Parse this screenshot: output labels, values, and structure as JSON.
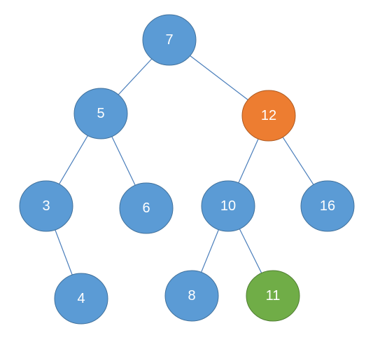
{
  "colors": {
    "default_node": "#5B9BD5",
    "default_node_stroke": "#41719C",
    "highlight_orange": "#ED7D31",
    "highlight_orange_stroke": "#AE5A21",
    "highlight_green": "#70AD47",
    "highlight_green_stroke": "#507E32",
    "edge": "#4A7EBB"
  },
  "tree": {
    "nodes": [
      {
        "id": "n7",
        "label": "7",
        "fill": "default"
      },
      {
        "id": "n5",
        "label": "5",
        "fill": "default"
      },
      {
        "id": "n12",
        "label": "12",
        "fill": "orange"
      },
      {
        "id": "n3",
        "label": "3",
        "fill": "default"
      },
      {
        "id": "n6",
        "label": "6",
        "fill": "default"
      },
      {
        "id": "n10",
        "label": "10",
        "fill": "default"
      },
      {
        "id": "n16",
        "label": "16",
        "fill": "default"
      },
      {
        "id": "n4",
        "label": "4",
        "fill": "default"
      },
      {
        "id": "n8",
        "label": "8",
        "fill": "default"
      },
      {
        "id": "n11",
        "label": "11",
        "fill": "green"
      }
    ],
    "edges": [
      {
        "from": "n7",
        "to": "n5"
      },
      {
        "from": "n7",
        "to": "n12"
      },
      {
        "from": "n5",
        "to": "n3"
      },
      {
        "from": "n5",
        "to": "n6"
      },
      {
        "from": "n12",
        "to": "n10"
      },
      {
        "from": "n12",
        "to": "n16"
      },
      {
        "from": "n3",
        "to": "n4"
      },
      {
        "from": "n10",
        "to": "n8"
      },
      {
        "from": "n10",
        "to": "n11"
      }
    ]
  }
}
